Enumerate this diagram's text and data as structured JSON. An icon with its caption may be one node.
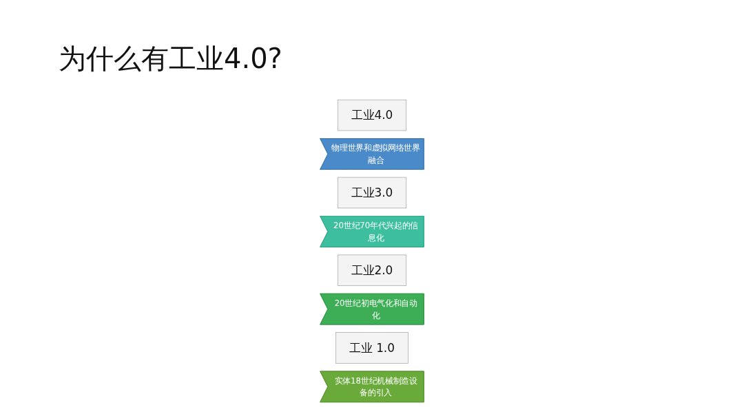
{
  "diagram": {
    "title": "为什么有工业4.0?",
    "nodes": [
      {
        "text": [
          "工业4.0"
        ]
      },
      {
        "text": [
          "物理世界和虚拟网络世界融合"
        ]
      },
      {
        "text": [
          "工业3.0"
        ]
      },
      {
        "text": [
          "20世纪70年代兴起的信息化"
        ]
      },
      {
        "text": [
          "工业2.0"
        ]
      },
      {
        "text": [
          "20世纪初电气化和自动化"
        ]
      },
      {
        "text": [
          "工业 1.0"
        ]
      },
      {
        "text": [
          "实体18世纪机械制造设备的引入"
        ]
      }
    ],
    "edges": []
  }
}
